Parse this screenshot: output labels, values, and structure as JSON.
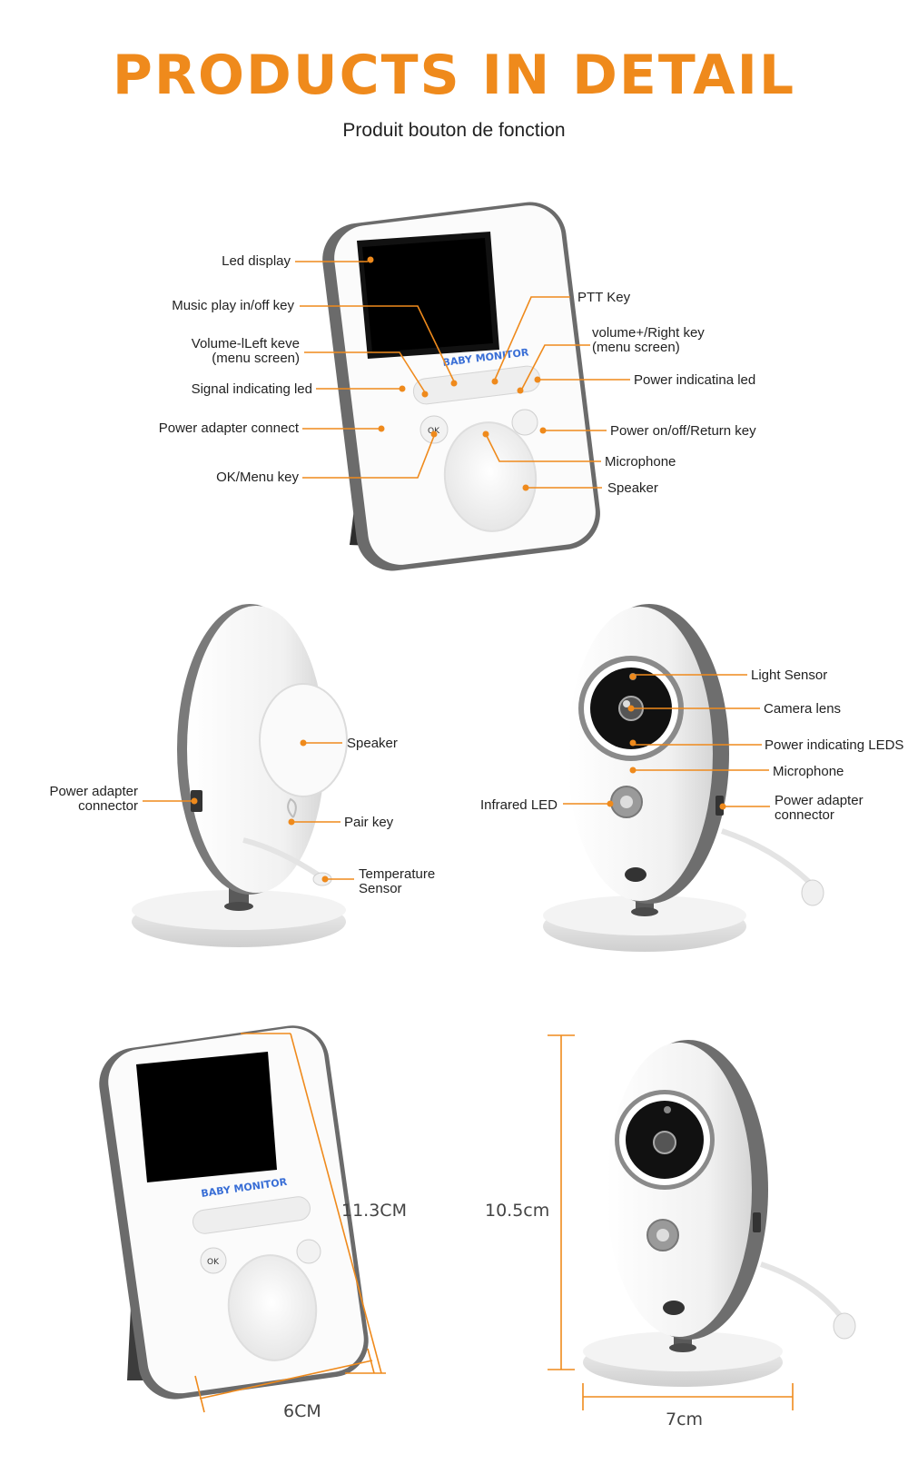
{
  "header": {
    "title": "PRODUCTS IN DETAIL",
    "subtitle": "Produit bouton de fonction",
    "accent_color": "#ef8a1c"
  },
  "monitor": {
    "brand": "BABY MONITOR",
    "ok_key": "OK",
    "labels_left": {
      "led_display": "Led display",
      "music_key": "Music play in/off key",
      "volume_left_1": "Volume-lLeft keve",
      "volume_left_2": "(menu screen)",
      "signal_led": "Signal indicating led",
      "power_adapter": "Power adapter connect",
      "ok_menu": "OK/Menu key"
    },
    "labels_right": {
      "ptt_key": "PTT Key",
      "volume_right_1": "volume+/Right key",
      "volume_right_2": "(menu screen)",
      "power_led": "Power indicatina led",
      "power_key": "Power on/off/Return key",
      "microphone": "Microphone",
      "speaker": "Speaker"
    }
  },
  "camera_back": {
    "labels": {
      "adapter_1": "Power adapter",
      "adapter_2": "connector",
      "speaker": "Speaker",
      "pair_key": "Pair key",
      "temp_1": "Temperature",
      "temp_2": "Sensor"
    }
  },
  "camera_front": {
    "labels": {
      "light_sensor": "Light Sensor",
      "camera_lens": "Camera lens",
      "power_leds": "Power indicating LEDS",
      "microphone": "Microphone",
      "adapter_1": "Power adapter",
      "adapter_2": "connector",
      "infrared": "Infrared LED"
    }
  },
  "dimensions": {
    "monitor_height": "11.3CM",
    "monitor_width": "6CM",
    "camera_height": "10.5cm",
    "camera_width": "7cm"
  }
}
